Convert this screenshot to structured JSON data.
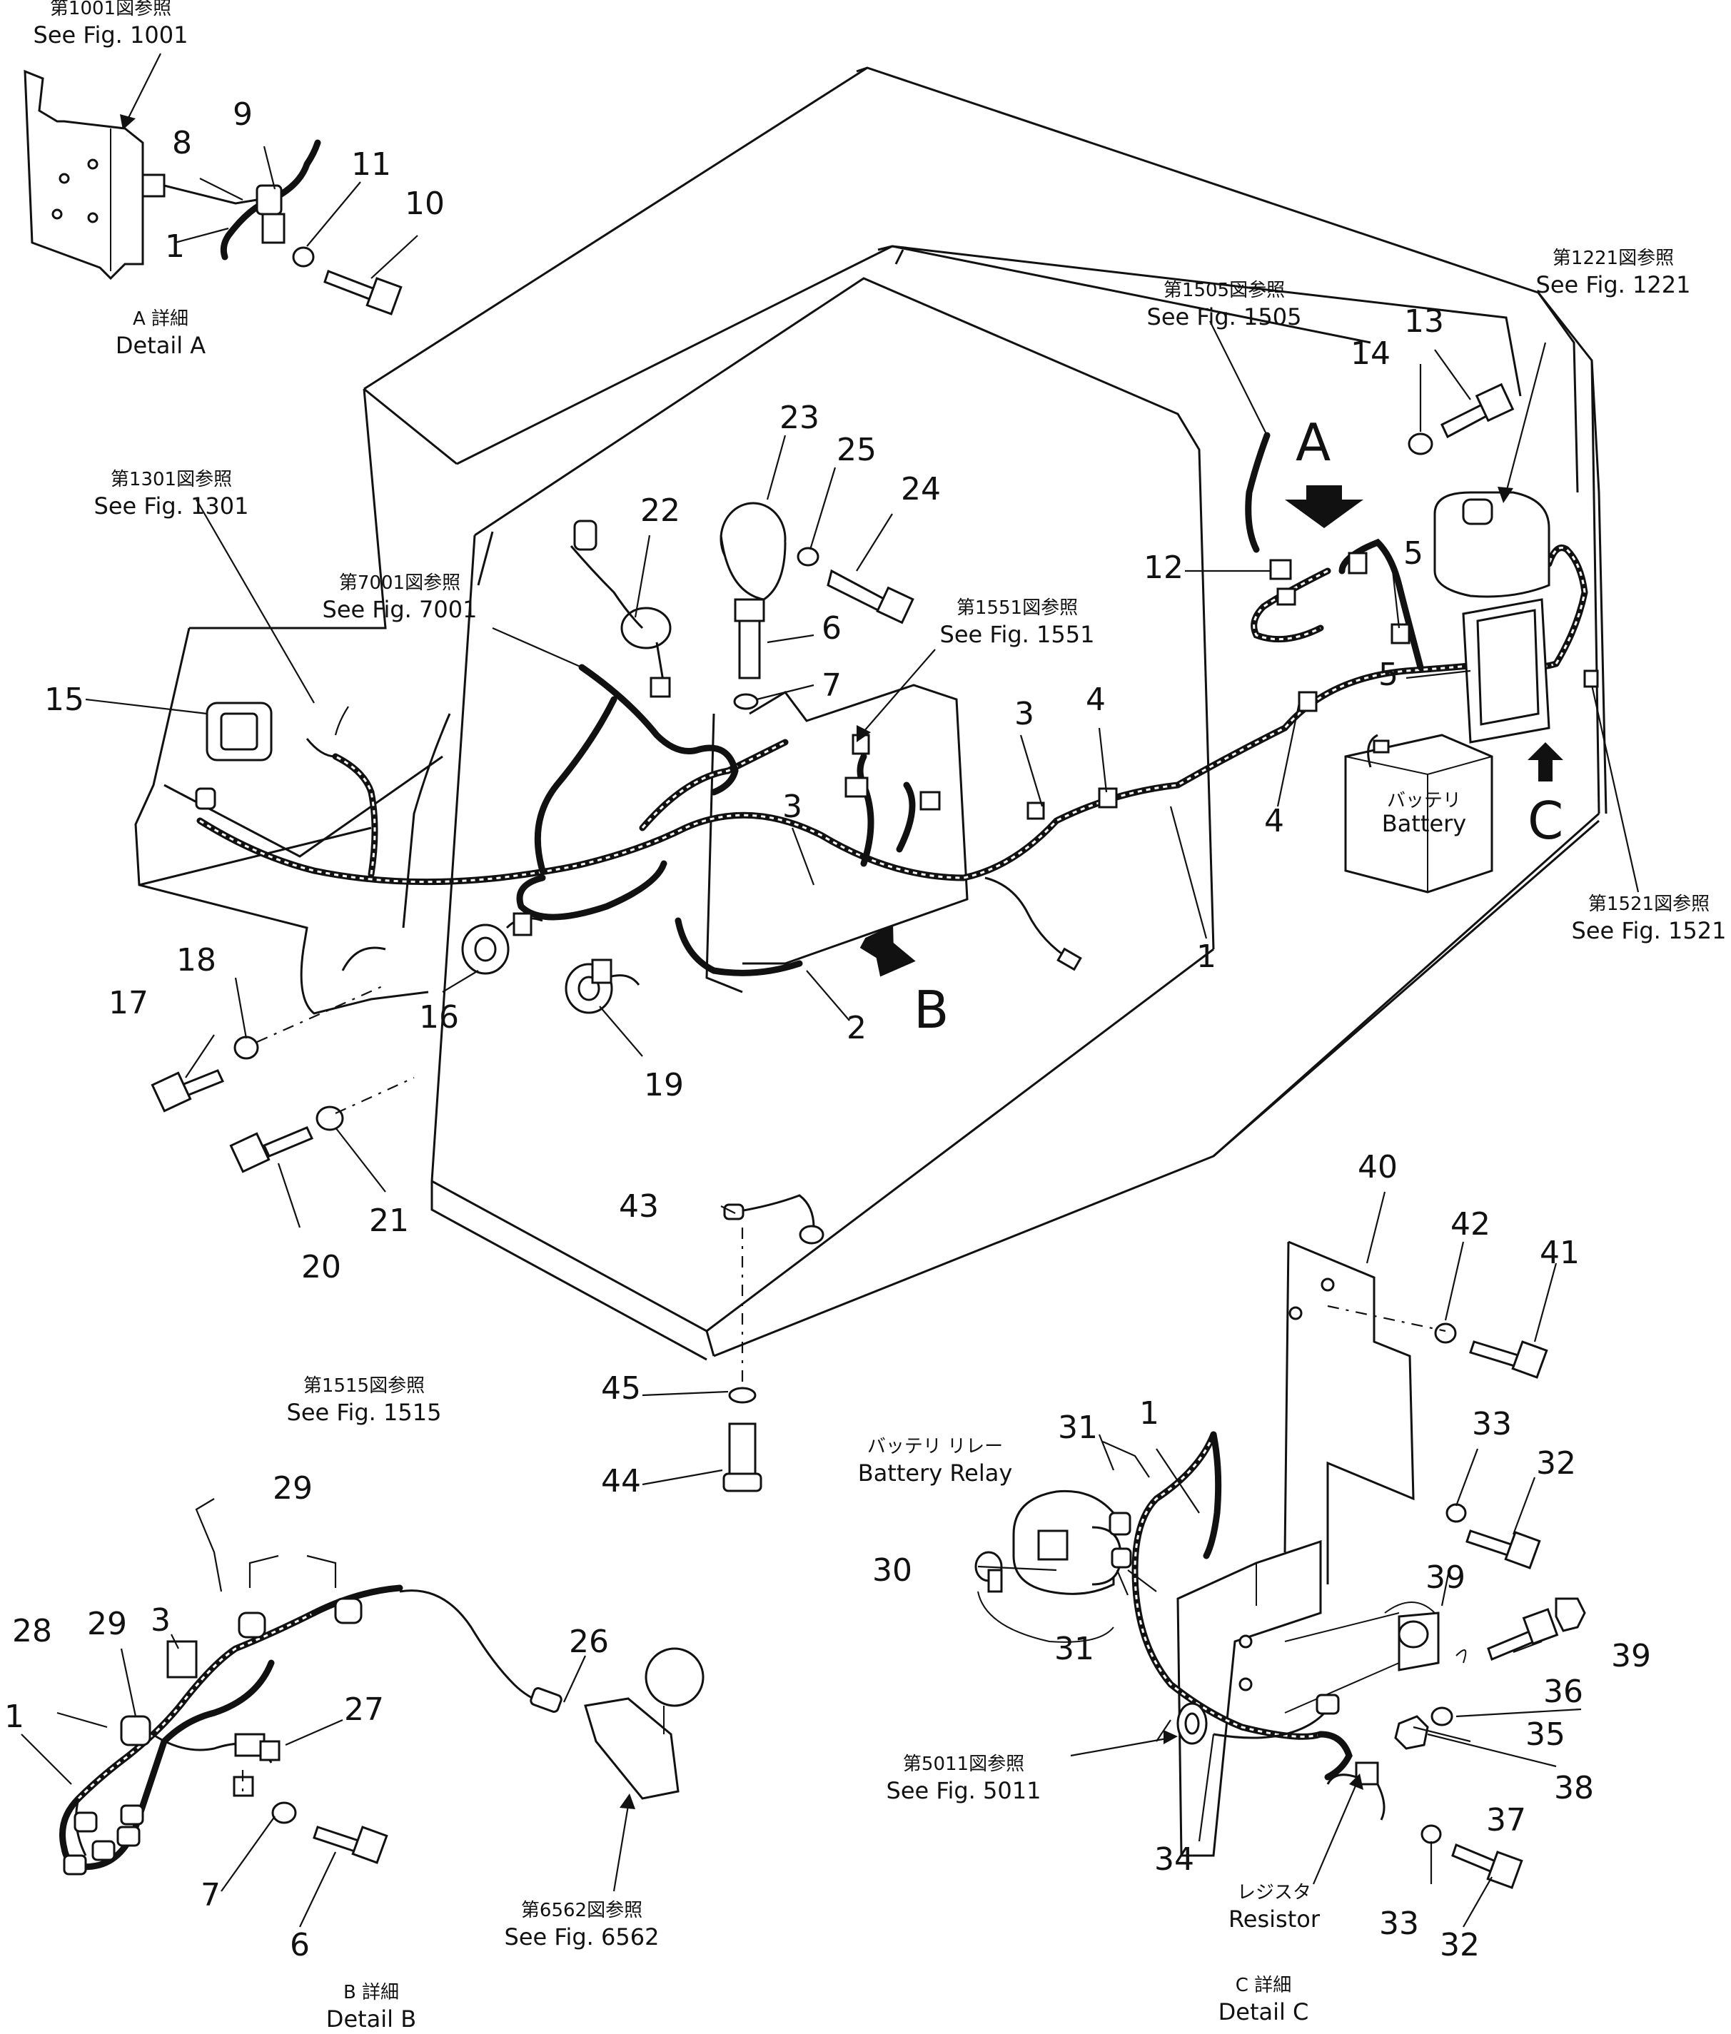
{
  "diagram": {
    "references": [
      {
        "id": "fig1001",
        "jp": "第1001図参照",
        "en": "See Fig. 1001"
      },
      {
        "id": "fig1221",
        "jp": "第1221図参照",
        "en": "See Fig. 1221"
      },
      {
        "id": "fig1505",
        "jp": "第1505図参照",
        "en": "See Fig. 1505"
      },
      {
        "id": "fig1301",
        "jp": "第1301図参照",
        "en": "See  Fig. 1301"
      },
      {
        "id": "fig7001",
        "jp": "第7001図参照",
        "en": "See Fig. 7001"
      },
      {
        "id": "fig1551",
        "jp": "第1551図参照",
        "en": "See Fig. 1551"
      },
      {
        "id": "fig1521",
        "jp": "第1521図参照",
        "en": "See Fig. 1521"
      },
      {
        "id": "fig1515",
        "jp": "第1515図参照",
        "en": "See Fig. 1515"
      },
      {
        "id": "fig6562",
        "jp": "第6562図参照",
        "en": "See Fig. 6562"
      },
      {
        "id": "fig5011",
        "jp": "第5011図参照",
        "en": "See Fig. 5011"
      }
    ],
    "details": {
      "a": {
        "jp": "A 詳細",
        "en": "Detail A"
      },
      "b": {
        "jp": "B 詳細",
        "en": "Detail B"
      },
      "c": {
        "jp": "C 詳細",
        "en": "Detail C"
      }
    },
    "view_letters": {
      "a": "A",
      "b": "B",
      "c": "C"
    },
    "components": {
      "battery": {
        "jp": "バッテリ",
        "en": "Battery"
      },
      "battery_relay": {
        "jp": "バッテリ リレー",
        "en": "Battery Relay"
      },
      "resistor": {
        "jp": "レジスタ",
        "en": "Resistor"
      }
    },
    "part_numbers": {
      "p1": "1",
      "p2": "2",
      "p3": "3",
      "p4": "4",
      "p5": "5",
      "p6": "6",
      "p7": "7",
      "p8": "8",
      "p9": "9",
      "p10": "10",
      "p11": "11",
      "p12": "12",
      "p13": "13",
      "p14": "14",
      "p15": "15",
      "p16": "16",
      "p17": "17",
      "p18": "18",
      "p19": "19",
      "p20": "20",
      "p21": "21",
      "p22": "22",
      "p23": "23",
      "p24": "24",
      "p25": "25",
      "p26": "26",
      "p27": "27",
      "p28": "28",
      "p29": "29",
      "p30": "30",
      "p31": "31",
      "p32": "32",
      "p33": "33",
      "p34": "34",
      "p35": "35",
      "p36": "36",
      "p37": "37",
      "p38": "38",
      "p39": "39",
      "p40": "40",
      "p41": "41",
      "p42": "42",
      "p43": "43",
      "p44": "44",
      "p45": "45"
    }
  }
}
